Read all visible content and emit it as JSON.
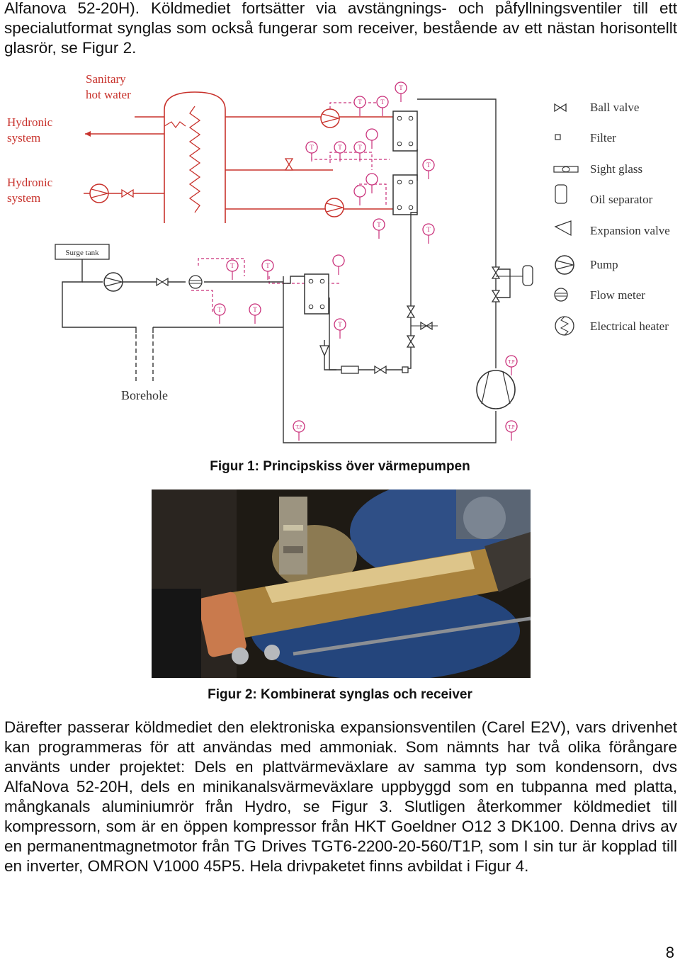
{
  "text": {
    "top_paragraph": "Alfanova 52-20H). Köldmediet fortsätter via avstängnings- och påfyllningsventiler till ett specialutformat synglas som också fungerar som receiver, bestående av ett nästan horisontellt glasrör, se Figur 2.",
    "figure1_caption": "Figur 1: Principskiss över värmepumpen",
    "figure2_caption": "Figur 2: Kombinerat synglas och receiver",
    "bottom_paragraph": "Därefter passerar köldmediet den elektroniska expansionsventilen (Carel E2V), vars drivenhet kan programmeras för att användas med ammoniak. Som nämnts har två olika förångare använts under projektet: Dels en plattvärmeväxlare av samma typ som kondensorn, dvs AlfaNova 52-20H, dels en minikanalsvärmeväxlare uppbyggd som en tubpanna med platta, mångkanals aluminiumrör från Hydro, se Figur 3. Slutligen återkommer köldmediet till kompressorn, som är en öppen kompressor från HKT Goeldner O12 3 DK100. Denna drivs av en permanentmagnetmotor från TG Drives TGT6-2200-20-560/T1P, som I sin tur är kopplad till en inverter, OMRON V1000 45P5. Hela drivpaketet finns avbildat i Figur 4.",
    "page_number": "8"
  },
  "diagram": {
    "labels": {
      "sanitary_hot_water_1": "Sanitary",
      "sanitary_hot_water_2": "hot water",
      "hydronic_system_1a": "Hydronic",
      "hydronic_system_1b": "system",
      "hydronic_system_2a": "Hydronic",
      "hydronic_system_2b": "system",
      "surge_tank": "Surge tank",
      "borehole": "Borehole",
      "sensor_t": "T",
      "sensor_tp": "T,P"
    },
    "legend": [
      "Ball valve",
      "Filter",
      "Sight glass",
      "Oil separator",
      "Expansion valve",
      "Pump",
      "Flow meter",
      "Electrical heater"
    ],
    "colors": {
      "red": "#c8322c",
      "magenta": "#c9307a",
      "line": "#333333"
    }
  }
}
